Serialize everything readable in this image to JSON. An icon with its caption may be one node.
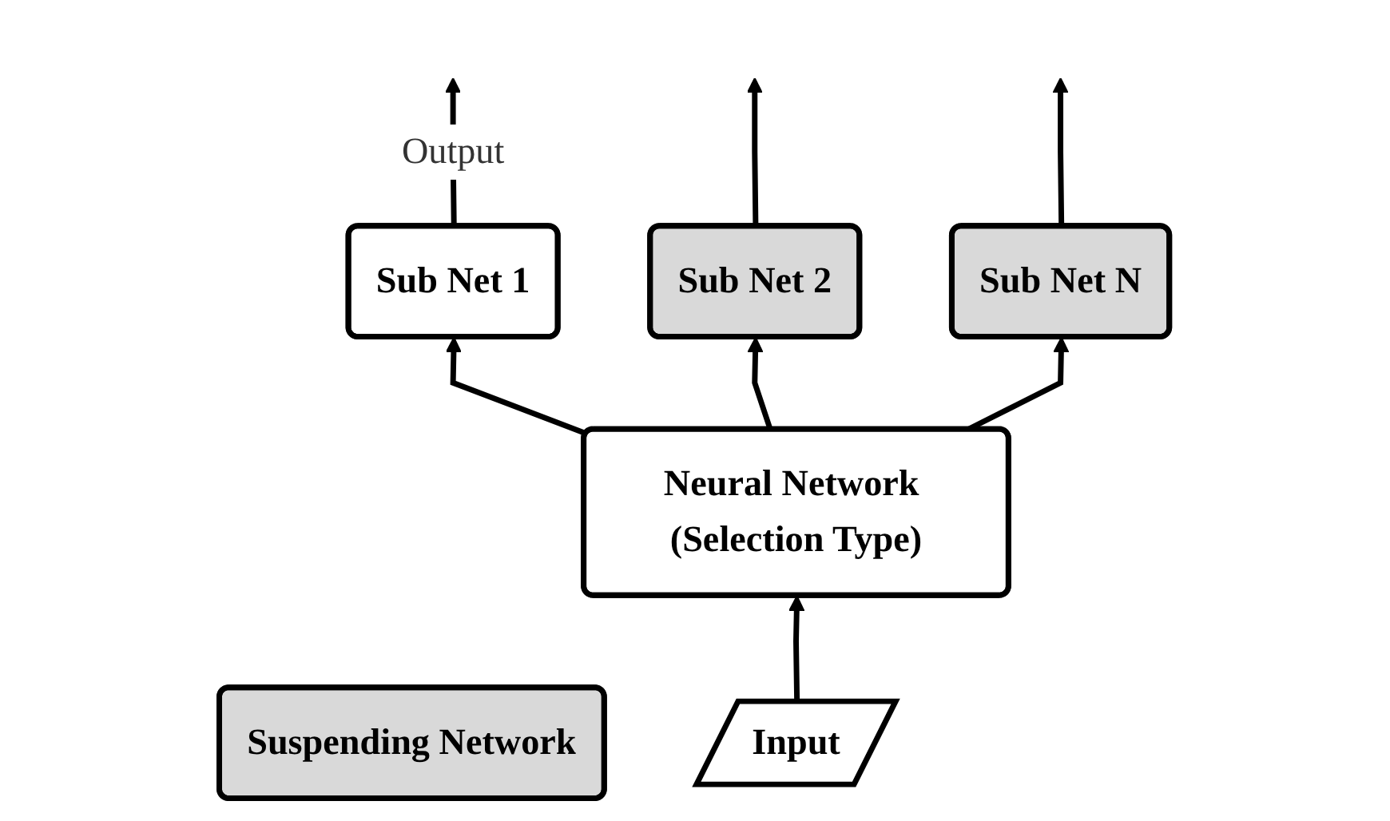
{
  "diagram": {
    "nodes": [
      {
        "text": [
          "Sub Net 1"
        ]
      },
      {
        "text": [
          "Sub Net 2"
        ]
      },
      {
        "text": [
          "Sub Net N"
        ]
      },
      {
        "text": [
          "Neural Network (Selection Type)"
        ]
      },
      {
        "text": [
          "Suspending Network"
        ]
      },
      {
        "text": [
          "Input"
        ]
      }
    ],
    "edges": [
      {
        "from": 5,
        "to": 3,
        "arrow": "to"
      },
      {
        "from": 3,
        "to": 0,
        "arrow": "to"
      },
      {
        "from": 3,
        "to": 1,
        "arrow": "to"
      },
      {
        "from": 3,
        "to": 2,
        "arrow": "to"
      },
      {
        "from": 0,
        "to": null,
        "arrow": "to",
        "label": "Output"
      },
      {
        "from": 1,
        "to": null,
        "arrow": "to"
      },
      {
        "from": 2,
        "to": null,
        "arrow": "to"
      }
    ]
  }
}
